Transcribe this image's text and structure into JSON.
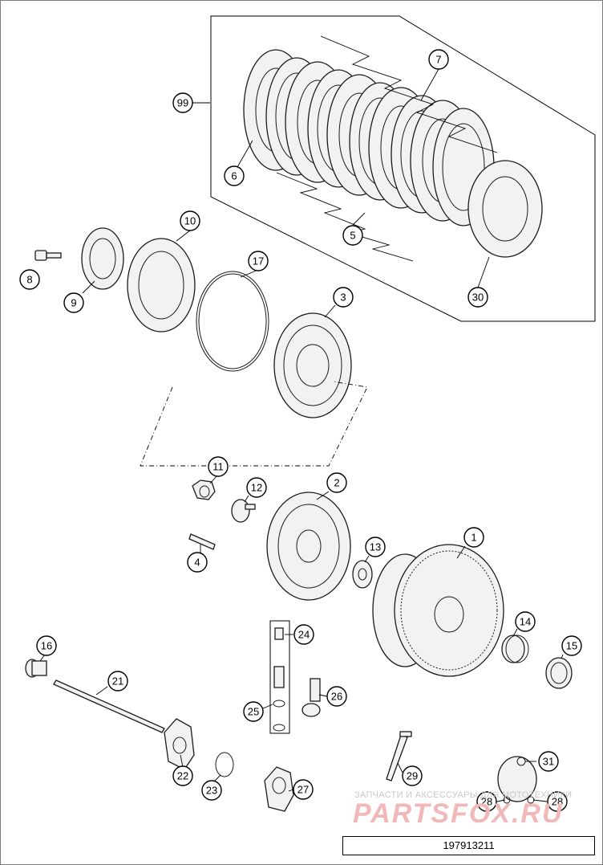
{
  "drawing": {
    "document_number": "197913211"
  },
  "watermark": {
    "line1": "ЗАПЧАСТИ И АКСЕССУАРЫ ДЛЯ МОТОТЕХНИКИ",
    "line2": "PARTSFOX.RU",
    "color": "#e8a0a0"
  },
  "callouts": {
    "c1": "1",
    "c2": "2",
    "c3": "3",
    "c4": "4",
    "c5": "5",
    "c6": "6",
    "c7": "7",
    "c8": "8",
    "c9": "9",
    "c10": "10",
    "c11": "11",
    "c12": "12",
    "c13": "13",
    "c14": "14",
    "c15": "15",
    "c16": "16",
    "c17": "17",
    "c21": "21",
    "c22": "22",
    "c23": "23",
    "c24": "24",
    "c25": "25",
    "c26": "26",
    "c27": "27",
    "c28a": "28",
    "c28b": "28",
    "c29": "29",
    "c30": "30",
    "c31": "31",
    "c99": "99"
  }
}
